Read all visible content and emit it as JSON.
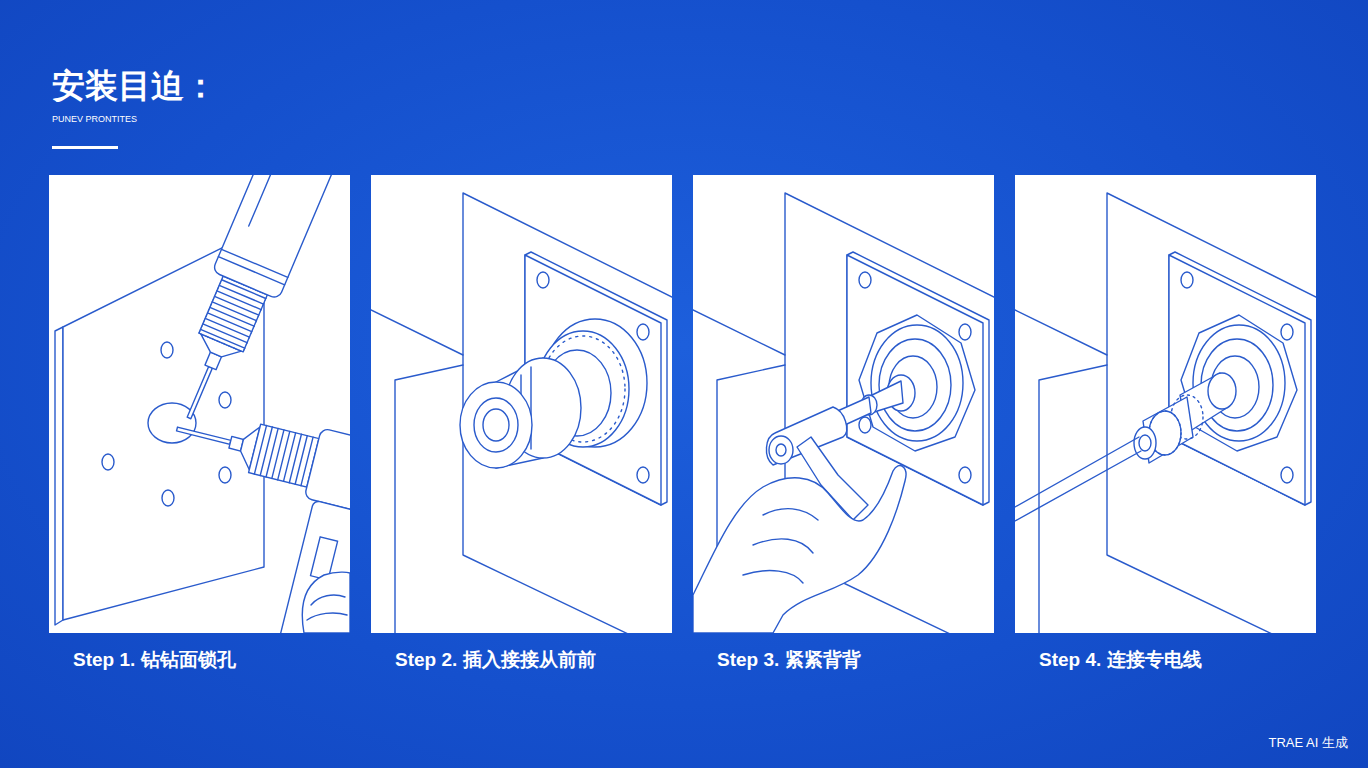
{
  "diagram": {
    "title": "安装目迫：",
    "nodes": [
      {
        "text": [
          "Step 1. 钻钻面锁孔"
        ]
      },
      {
        "text": [
          "Step 2. 插入接接从前前"
        ]
      },
      {
        "text": [
          "Step 3. 紧紧背背"
        ]
      },
      {
        "text": [
          "Step 4. 连接专电线"
        ]
      }
    ],
    "labels": [
      "PUNEV PRONTITES",
      "TRAE AI 生成"
    ]
  }
}
